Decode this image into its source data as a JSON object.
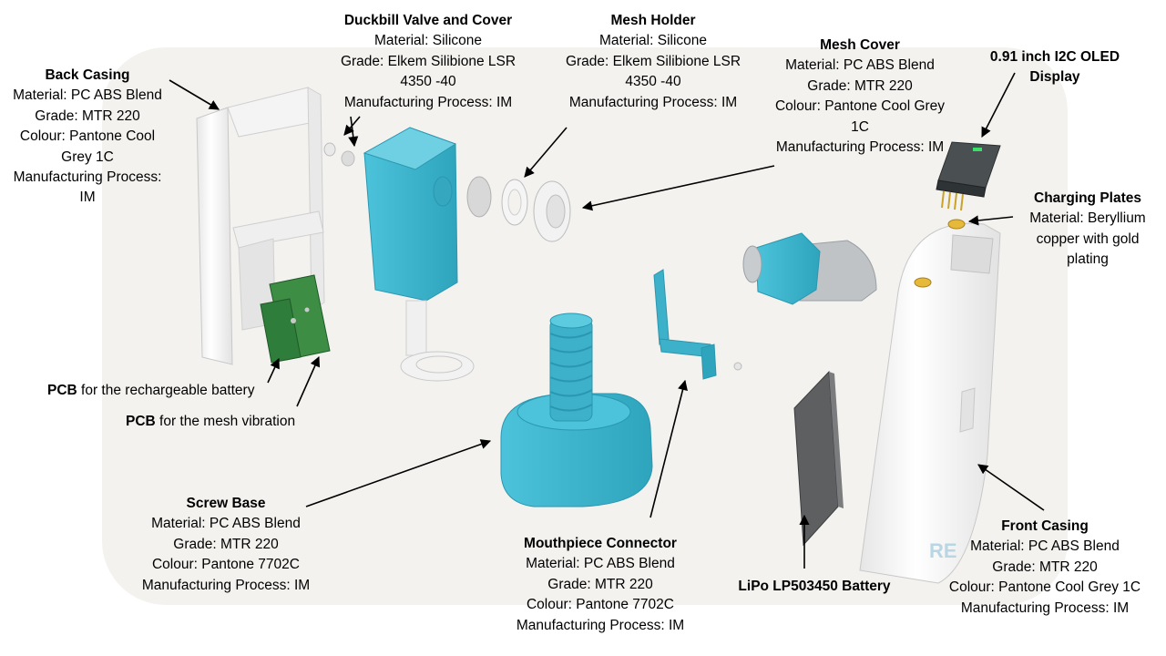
{
  "labels": {
    "back_casing": {
      "title": "Back Casing",
      "lines": [
        "Material: PC ABS Blend",
        "Grade: MTR 220",
        "Colour: Pantone Cool",
        "Grey 1C",
        "Manufacturing Process:",
        "IM"
      ]
    },
    "duckbill": {
      "title": "Duckbill Valve and Cover",
      "lines": [
        "Material: Silicone",
        "Grade: Elkem Silibione LSR",
        "4350 -40",
        "Manufacturing Process: IM"
      ]
    },
    "mesh_holder": {
      "title": "Mesh Holder",
      "lines": [
        "Material: Silicone",
        "Grade: Elkem Silibione LSR",
        "4350 -40",
        "Manufacturing Process: IM"
      ]
    },
    "mesh_cover": {
      "title": "Mesh Cover",
      "lines": [
        "Material: PC ABS Blend",
        "Grade: MTR 220",
        "Colour: Pantone Cool Grey",
        "1C",
        "Manufacturing Process: IM"
      ]
    },
    "oled": {
      "title_lines": [
        "0.91 inch I2C OLED",
        "Display"
      ]
    },
    "charging": {
      "title": "Charging Plates",
      "lines": [
        "Material: Beryllium",
        "copper with gold",
        "plating"
      ]
    },
    "pcb_battery": {
      "bold": "PCB",
      "rest": " for the rechargeable battery"
    },
    "pcb_mesh": {
      "bold": "PCB",
      "rest": " for the mesh vibration"
    },
    "screw_base": {
      "title": "Screw Base",
      "lines": [
        "Material: PC ABS Blend",
        "Grade: MTR 220",
        "Colour: Pantone 7702C",
        "Manufacturing Process: IM"
      ]
    },
    "mouthpiece": {
      "title": "Mouthpiece Connector",
      "lines": [
        "Material: PC ABS Blend",
        "Grade: MTR 220",
        "Colour: Pantone 7702C",
        "Manufacturing Process: IM"
      ]
    },
    "battery": {
      "title": "LiPo LP503450 Battery"
    },
    "front_casing": {
      "title": "Front Casing",
      "lines": [
        "Material: PC ABS Blend",
        "Grade: MTR 220",
        "Colour: Pantone Cool Grey 1C",
        "Manufacturing Process: IM"
      ]
    }
  },
  "brand_text": "RE",
  "colors": {
    "teal": "#3fb6cf",
    "teal_dark": "#2a97b0",
    "casing": "#f7f7f7",
    "casing_shade": "#dcdcdc",
    "pcb_green": "#2f7d3a",
    "background": "#f3f2ef",
    "gold": "#d9a826"
  }
}
